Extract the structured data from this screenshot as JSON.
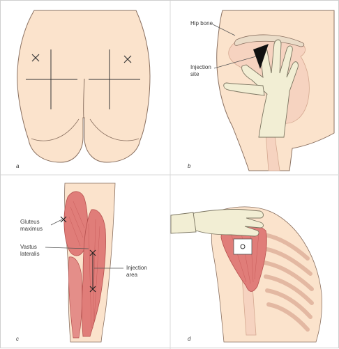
{
  "panels": [
    {
      "letter": "a"
    },
    {
      "letter": "b",
      "labels": {
        "hip_bone": "Hip bone",
        "injection_site_1": "Injection",
        "injection_site_2": "site"
      }
    },
    {
      "letter": "c",
      "labels": {
        "gluteus_1": "Gluteus",
        "gluteus_2": "maximus",
        "vastus_1": "Vastus",
        "vastus_2": "lateralis",
        "area_1": "Injection",
        "area_2": "area"
      }
    },
    {
      "letter": "d"
    }
  ],
  "colors": {
    "skin": "#fbe3cc",
    "skin_outline": "#8a7060",
    "muscle": "#e07d79",
    "muscle_dark": "#c95d5b",
    "glove": "#f2eed4",
    "bone": "#f6dcc8",
    "leader": "#555555"
  }
}
